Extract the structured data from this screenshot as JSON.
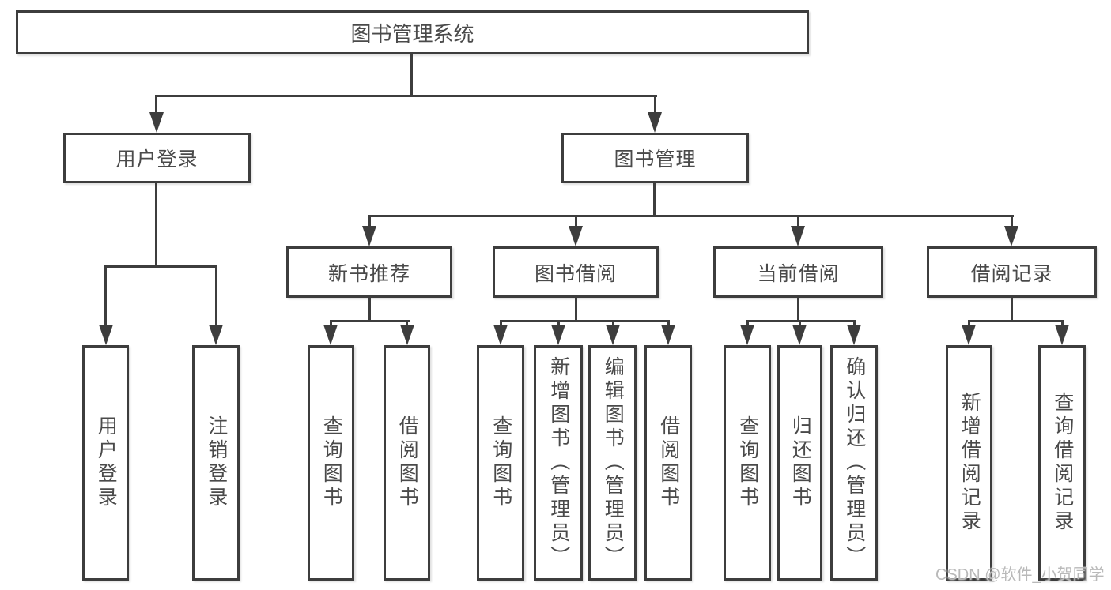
{
  "colors": {
    "line": "#3d3d3d",
    "text": "#4a4a4a",
    "watermark": "#b9b9b9",
    "background": "#ffffff"
  },
  "watermark": "CSDN @软件_小贺同学",
  "tree": {
    "root": "图书管理系统",
    "level2": [
      "用户登录",
      "图书管理"
    ],
    "level3": [
      "新书推荐",
      "图书借阅",
      "当前借阅",
      "借阅记录"
    ],
    "leaves_user_login": [
      "用户登录",
      "注销登录"
    ],
    "leaves_new_book": [
      "查询图书",
      "借阅图书"
    ],
    "leaves_book_borrow": [
      "查询图书",
      "新增图书（管理员）",
      "编辑图书（管理员）",
      "借阅图书"
    ],
    "leaves_current_borrow": [
      "查询图书",
      "归还图书",
      "确认归还（管理员）"
    ],
    "leaves_borrow_record": [
      "新增借阅记录",
      "查询借阅记录"
    ]
  }
}
